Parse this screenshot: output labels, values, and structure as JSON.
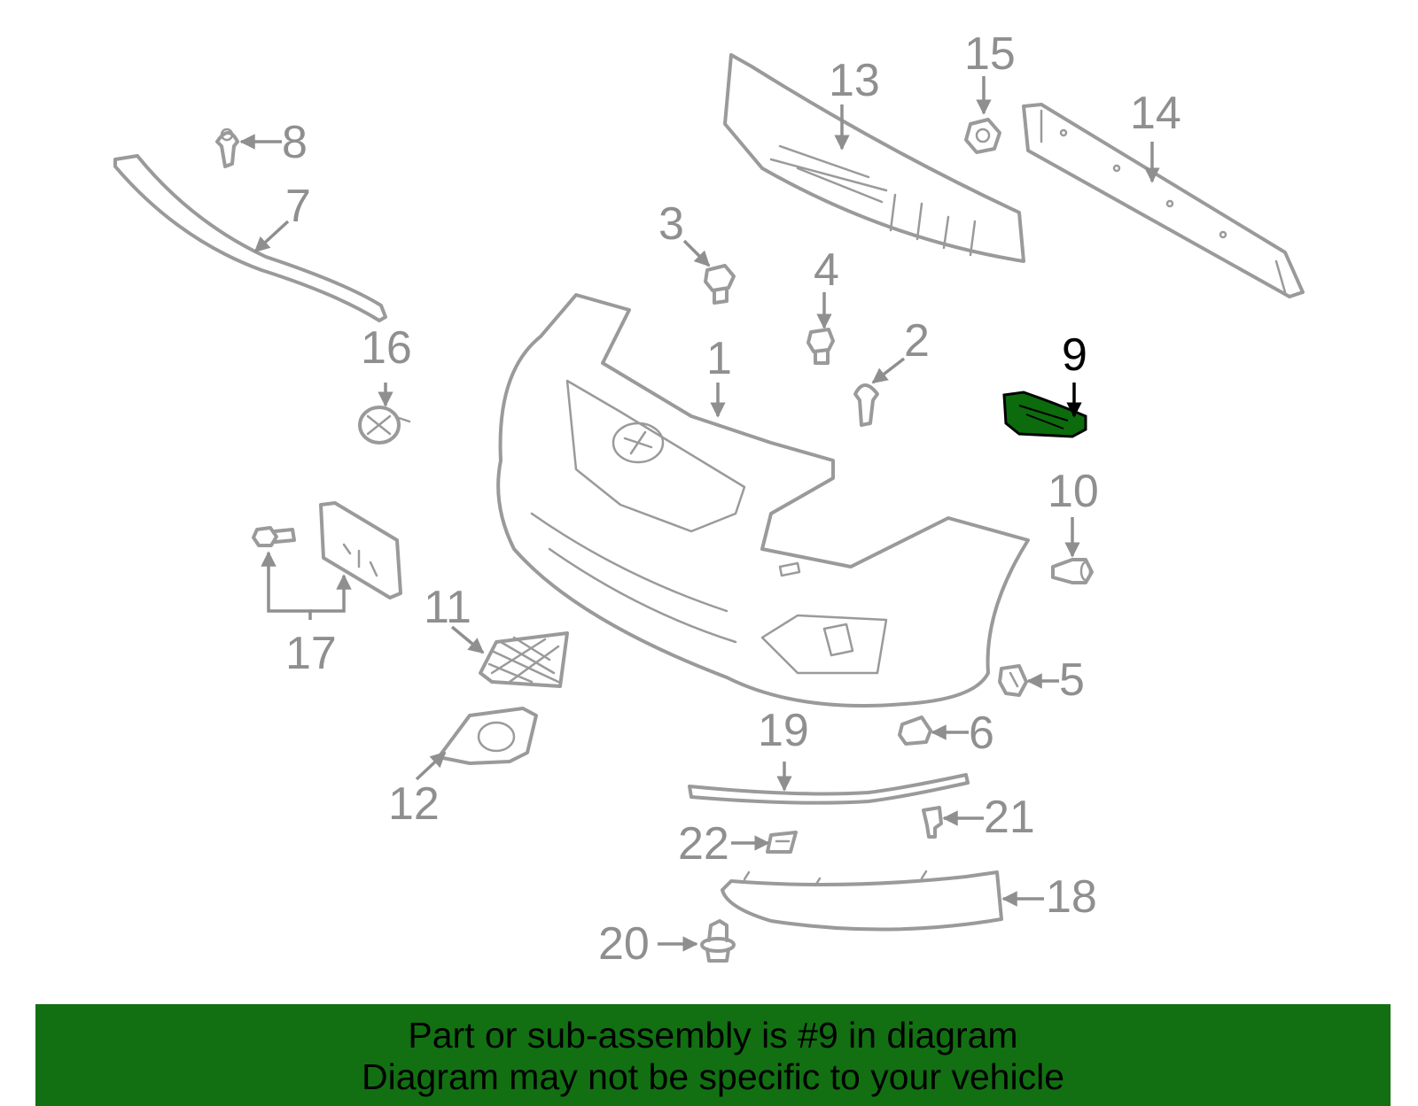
{
  "callouts": {
    "c1": "1",
    "c2": "2",
    "c3": "3",
    "c4": "4",
    "c5": "5",
    "c6": "6",
    "c7": "7",
    "c8": "8",
    "c9": "9",
    "c10": "10",
    "c11": "11",
    "c12": "12",
    "c13": "13",
    "c14": "14",
    "c15": "15",
    "c16": "16",
    "c17": "17",
    "c18": "18",
    "c19": "19",
    "c20": "20",
    "c21": "21",
    "c22": "22"
  },
  "highlight": {
    "part": "9",
    "color": "#0c6b0c"
  },
  "banner": {
    "line1": "Part or sub-assembly is #9 in diagram",
    "line2": "Diagram may not be specific to your vehicle",
    "color": "#127013"
  }
}
